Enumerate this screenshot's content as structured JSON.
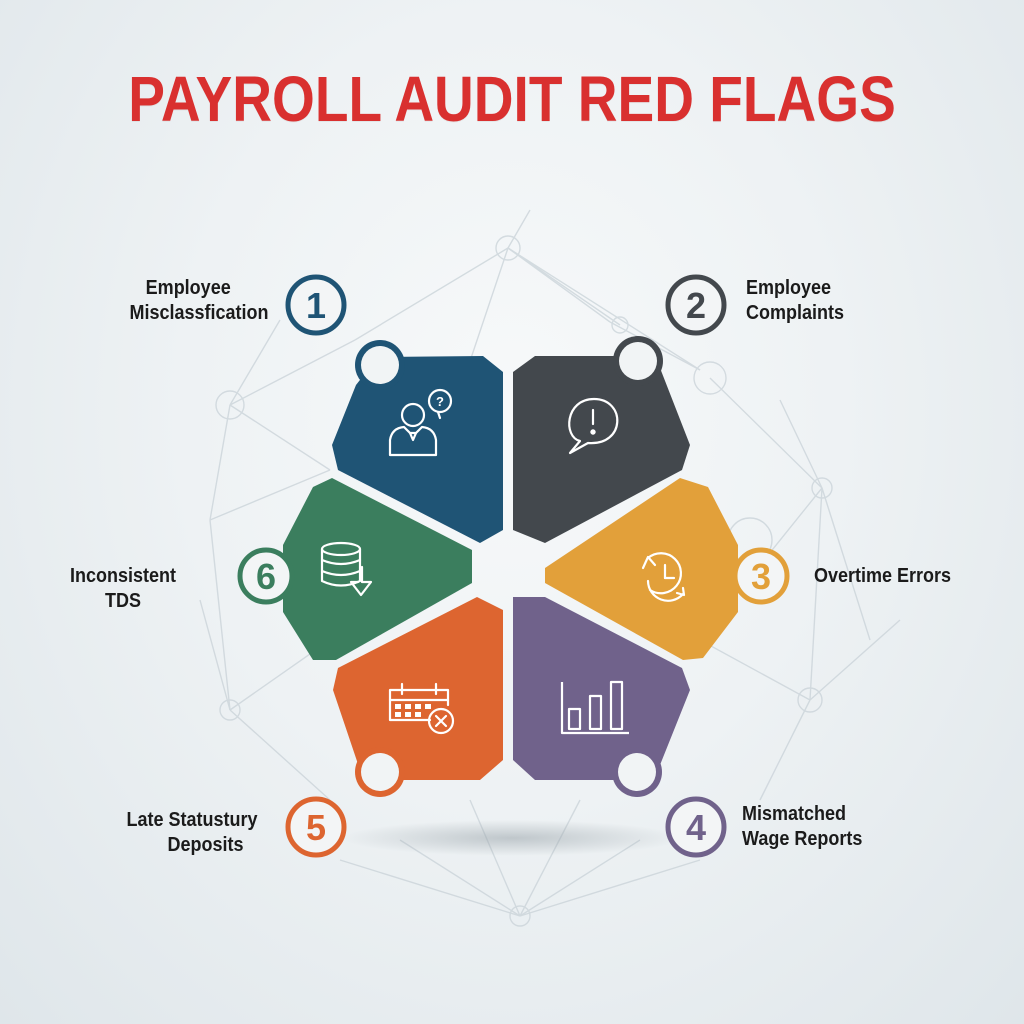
{
  "title": "PAYROLL AUDIT RED FLAGS",
  "colors": {
    "title": "#d9302f",
    "segment_1": "#1f5475",
    "segment_2": "#43484d",
    "segment_3": "#e2a03a",
    "segment_4": "#70628b",
    "segment_5": "#dd6530",
    "segment_6": "#3b7e5e"
  },
  "items": [
    {
      "number": "1",
      "line1": "Employee",
      "line2": "Misclassfication",
      "icon": "person-question-icon",
      "color": "#1f5475"
    },
    {
      "number": "2",
      "line1": "Employee",
      "line2": "Complaints",
      "icon": "speech-bubble-exclamation-icon",
      "color": "#43484d"
    },
    {
      "number": "3",
      "line1": "Overtime Errors",
      "line2": "",
      "icon": "clock-refresh-icon",
      "color": "#e2a03a"
    },
    {
      "number": "4",
      "line1": "Mismatched",
      "line2": "Wage Reports",
      "icon": "bar-chart-icon",
      "color": "#70628b"
    },
    {
      "number": "5",
      "line1": "Late Statustury",
      "line2": "Deposits",
      "icon": "calendar-cancel-icon",
      "color": "#dd6530"
    },
    {
      "number": "6",
      "line1": "Inconsistent",
      "line2": "TDS",
      "icon": "database-download-icon",
      "color": "#3b7e5e"
    }
  ]
}
